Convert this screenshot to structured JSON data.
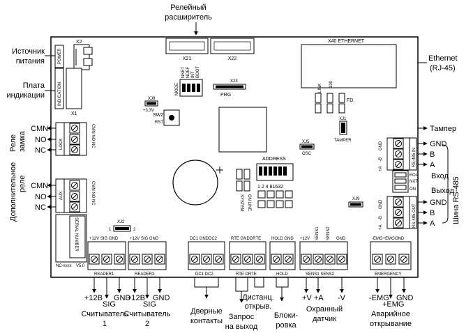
{
  "top": {
    "relay_extender_line1": "Релейный",
    "relay_extender_line2": "расширитель"
  },
  "left": {
    "power_source_line1": "Источник",
    "power_source_line2": "питания",
    "indication_line1": "Плата",
    "indication_line2": "индикации",
    "lock_relay_line1": "Реле",
    "lock_relay_line2": "замка",
    "aux_relay_line1": "Дополнительное",
    "aux_relay_line2": "реле",
    "cmn": "CMN",
    "no": "NO",
    "nc": "NC"
  },
  "right": {
    "ethernet": "Ethernet",
    "rj45": "(RJ-45)",
    "tamper": "Тампер",
    "rs485_bus": "Шина RS-485",
    "input": "Вход",
    "output": "Выход",
    "gnd": "GND",
    "b": "B",
    "a": "A"
  },
  "board": {
    "x2": "X2",
    "power": "POWER",
    "indication": "INDICATION",
    "x1": "X1",
    "x21": "X21",
    "x22": "X22",
    "x23": "X23",
    "prg": "PRG",
    "x40_ethernet": "X40 ETHERNET",
    "mode": "MODE",
    "mode_opts": [
      "NSET",
      "NDEF",
      "INT",
      "BOOT"
    ],
    "xj8": "XJ8",
    "v33": "+3,3V",
    "sw2": "SW2",
    "rst": "RST",
    "link": "LINK",
    "s100": "100",
    "fd": "FD",
    "xj1": "XJ1",
    "tamper_lbl": "TAMPER",
    "xj5": "XJ5",
    "osc": "OSC",
    "address": "ADDRESS",
    "addr_digits": "1 2 4 81632",
    "system": "SYSTEM",
    "online": "ON LINE",
    "lock_terms": "CMN NO NC",
    "lock": "LOCK",
    "aux": "AUX",
    "aux_terms": "CMN NO NC",
    "rs485_in": "RS-485 IN",
    "rs485_out": "RS-485 OUT",
    "gnd_short": "GND",
    "b_short": "-B",
    "a_short": "+A",
    "eol": "EOL",
    "nxt": "NXT",
    "on": "ON",
    "xj9": "XJ9",
    "xj2": "XJ2",
    "one": "1",
    "two": "2",
    "serial_number": "SERIAL NUMBER",
    "model": "NC-xxxx",
    "version": "V5.0",
    "reader_terms": "+12V SIG GND",
    "reader1": "READER1",
    "reader2": "READER2",
    "dc_terms": "DC1 GNDDC2",
    "dc_bottom": "DC1 DC2",
    "rte_terms": "RTE GNDDRTE",
    "rte_bottom": "RTE DRTE",
    "hold_terms": "HOLD GND",
    "hold": "HOLD",
    "sens_v": "+12V",
    "sens1": "SENS1",
    "sens2": "SENS2",
    "sens_gnd": "GND",
    "sens_bottom": "SENS1 SENS2",
    "emg_terms": "-EMG+EMGGND",
    "emergency": "EMERGENCY"
  },
  "bottom": {
    "plus12v": "+12В",
    "sig": "SIG",
    "gnd": "GND",
    "reader": "Считыватель",
    "reader1_num": "1",
    "reader2_num": "2",
    "door_contacts_line1": "Дверные",
    "door_contacts_line2": "контакты",
    "exit_request_line1": "Запрос",
    "exit_request_line2": "на выход",
    "remote_open_line1": "Дистанц.",
    "remote_open_line2": "открыв.",
    "lock_block_line1": "Блоки-",
    "lock_block_line2": "ровка",
    "plus_v": "+V",
    "plus_a": "+A",
    "minus_v": "-V",
    "alarm_sensor_line1": "Охранный",
    "alarm_sensor_line2": "датчик",
    "minus_emg": "-EMG",
    "plus_emg": "+EMG",
    "emg_gnd": "GND",
    "emergency_line1": "Аварийное",
    "emergency_line2": "открывание"
  }
}
